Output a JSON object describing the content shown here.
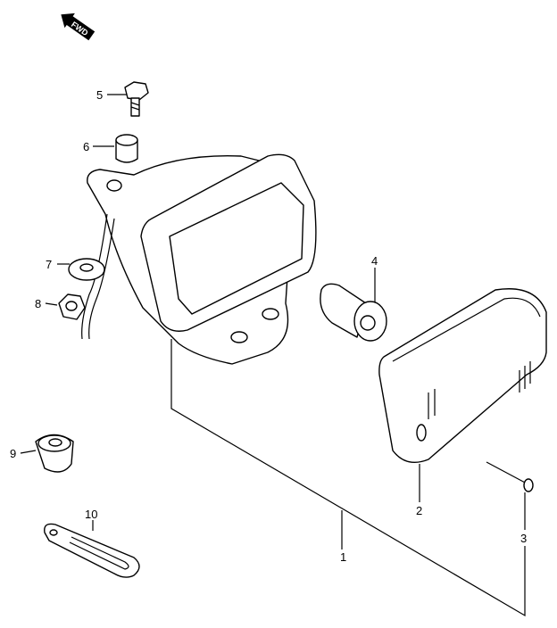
{
  "direction_marker": {
    "label": "FWD",
    "icon": "arrow-forward-icon"
  },
  "callouts": [
    {
      "number": "1",
      "part": "rear-combination-lamp-assembly"
    },
    {
      "number": "2",
      "part": "lens"
    },
    {
      "number": "3",
      "part": "screw"
    },
    {
      "number": "4",
      "part": "bulb"
    },
    {
      "number": "5",
      "part": "bolt"
    },
    {
      "number": "6",
      "part": "spacer"
    },
    {
      "number": "7",
      "part": "washer"
    },
    {
      "number": "8",
      "part": "nut"
    },
    {
      "number": "9",
      "part": "grommet"
    },
    {
      "number": "10",
      "part": "clamp"
    }
  ]
}
